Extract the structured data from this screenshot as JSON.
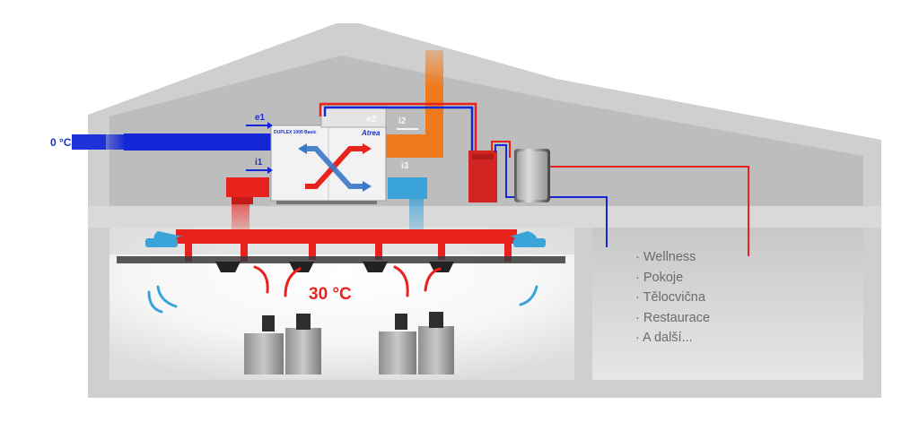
{
  "outside_temperature": "0 °C",
  "indoor_temperature": "30 °C",
  "unit": {
    "model_label": "DUPLEX 1000 Basic",
    "brand": "Atrea"
  },
  "ports": {
    "e1": "e1",
    "i1": "i1",
    "e2": "e2",
    "i2": "i2",
    "i3": "i3"
  },
  "rooms": [
    "· Wellness",
    "· Pokoje",
    "· Tělocvična",
    "· Restaurace",
    "· A další..."
  ],
  "colors": {
    "cold_air": "#1428d8",
    "warm_air": "#e8231e",
    "exhaust": "#ef7a1e",
    "extract_duct": "#3aa3da",
    "wall": "#cfcfcf"
  },
  "icons": [
    "heat-exchanger-icon",
    "boiler-icon",
    "water-tank-icon",
    "cooking-appliance-icon",
    "air-flow-arrow-icon"
  ]
}
